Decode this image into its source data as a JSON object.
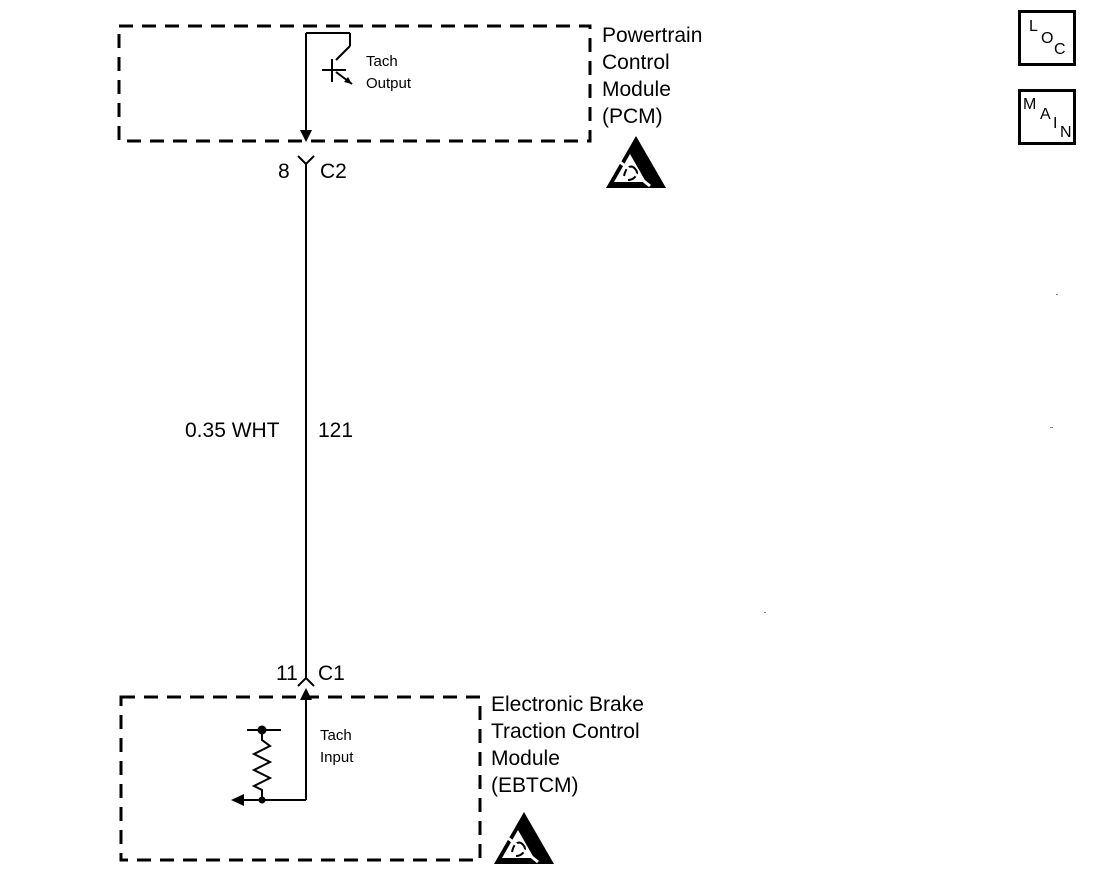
{
  "pcm": {
    "name_lines": [
      "Powertrain",
      "Control",
      "Module",
      "(PCM)"
    ],
    "pin": "8",
    "connector": "C2",
    "circuit_label_lines": [
      "Tach",
      "Output"
    ]
  },
  "wire": {
    "gauge_color": "0.35 WHT",
    "circuit_number": "121"
  },
  "ebtcm": {
    "name_lines": [
      "Electronic Brake",
      "Traction Control",
      "Module",
      "(EBTCM)"
    ],
    "pin": "11",
    "connector": "C1",
    "circuit_label_lines": [
      "Tach",
      "Input"
    ]
  },
  "nav": {
    "loc_letters": [
      "L",
      "O",
      "C"
    ],
    "main_letters": [
      "M",
      "A",
      "I",
      "N"
    ]
  },
  "symbols": {
    "esd": "electrostatic-discharge-warning-icon"
  }
}
